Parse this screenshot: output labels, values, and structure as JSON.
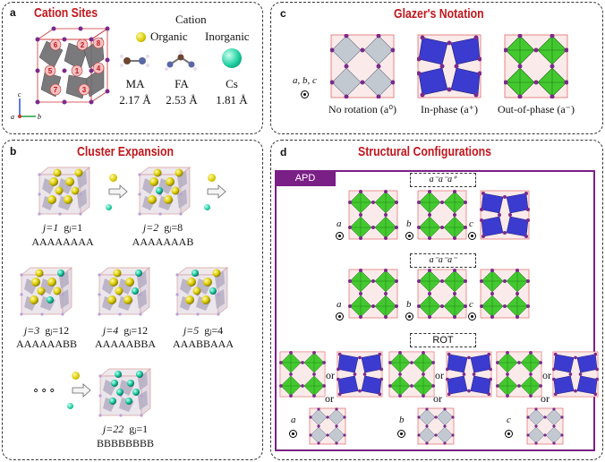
{
  "panel_a": {
    "label": "a",
    "title": "Cation Sites",
    "cation_header": "Cation",
    "organic": "Organic",
    "inorganic": "Inorganic",
    "site_numbers": [
      "6",
      "2",
      "8",
      "4",
      "5",
      "1",
      "7",
      "3"
    ],
    "cations": [
      {
        "name": "MA",
        "size": "2.17 Å"
      },
      {
        "name": "FA",
        "size": "2.53 Å"
      },
      {
        "name": "Cs",
        "size": "1.81 Å"
      }
    ],
    "axes": {
      "c": "c",
      "a": "a",
      "b": "b"
    }
  },
  "panel_b": {
    "label": "b",
    "title": "Cluster Expansion",
    "clusters": [
      {
        "j": "j=1",
        "g": "gⱼ=1",
        "config": "AAAAAAAA"
      },
      {
        "j": "j=2",
        "g": "gⱼ=8",
        "config": "AAAAAAAB"
      },
      {
        "j": "j=3",
        "g": "gⱼ=12",
        "config": "AAAAAABB"
      },
      {
        "j": "j=4",
        "g": "gⱼ=12",
        "config": "AAAAABBA"
      },
      {
        "j": "j=5",
        "g": "gⱼ=4",
        "config": "AAABBAAA"
      },
      {
        "j": "j=22",
        "g": "gⱼ=1",
        "config": "BBBBBBBB"
      }
    ],
    "ellipsis": "∘∘∘"
  },
  "panel_c": {
    "label": "c",
    "title": "Glazer's Notation",
    "axis_text": "a, b, c",
    "items": [
      {
        "caption": "No rotation (a⁰)"
      },
      {
        "caption": "In-phase (a⁺)"
      },
      {
        "caption": "Out-of-phase (a⁻)"
      }
    ]
  },
  "panel_d": {
    "label": "d",
    "title": "Structural Configurations",
    "apd_tag": "APD",
    "row1_label": "a⁻a⁻a⁺",
    "row2_label": "a⁻a⁻a⁻",
    "row3_label": "ROT",
    "axis_letters": [
      "a",
      "b",
      "c"
    ],
    "or_text": "or"
  },
  "colors": {
    "title_red": "#c0161c",
    "green_octahedra": "#43c92f",
    "blue_octahedra": "#3b3bd0",
    "gray_octahedra": "#c3c9d1",
    "purple_frame": "#7a1f86",
    "organic_yellow": "#e3d200",
    "cs_teal": "#19c9a0"
  }
}
